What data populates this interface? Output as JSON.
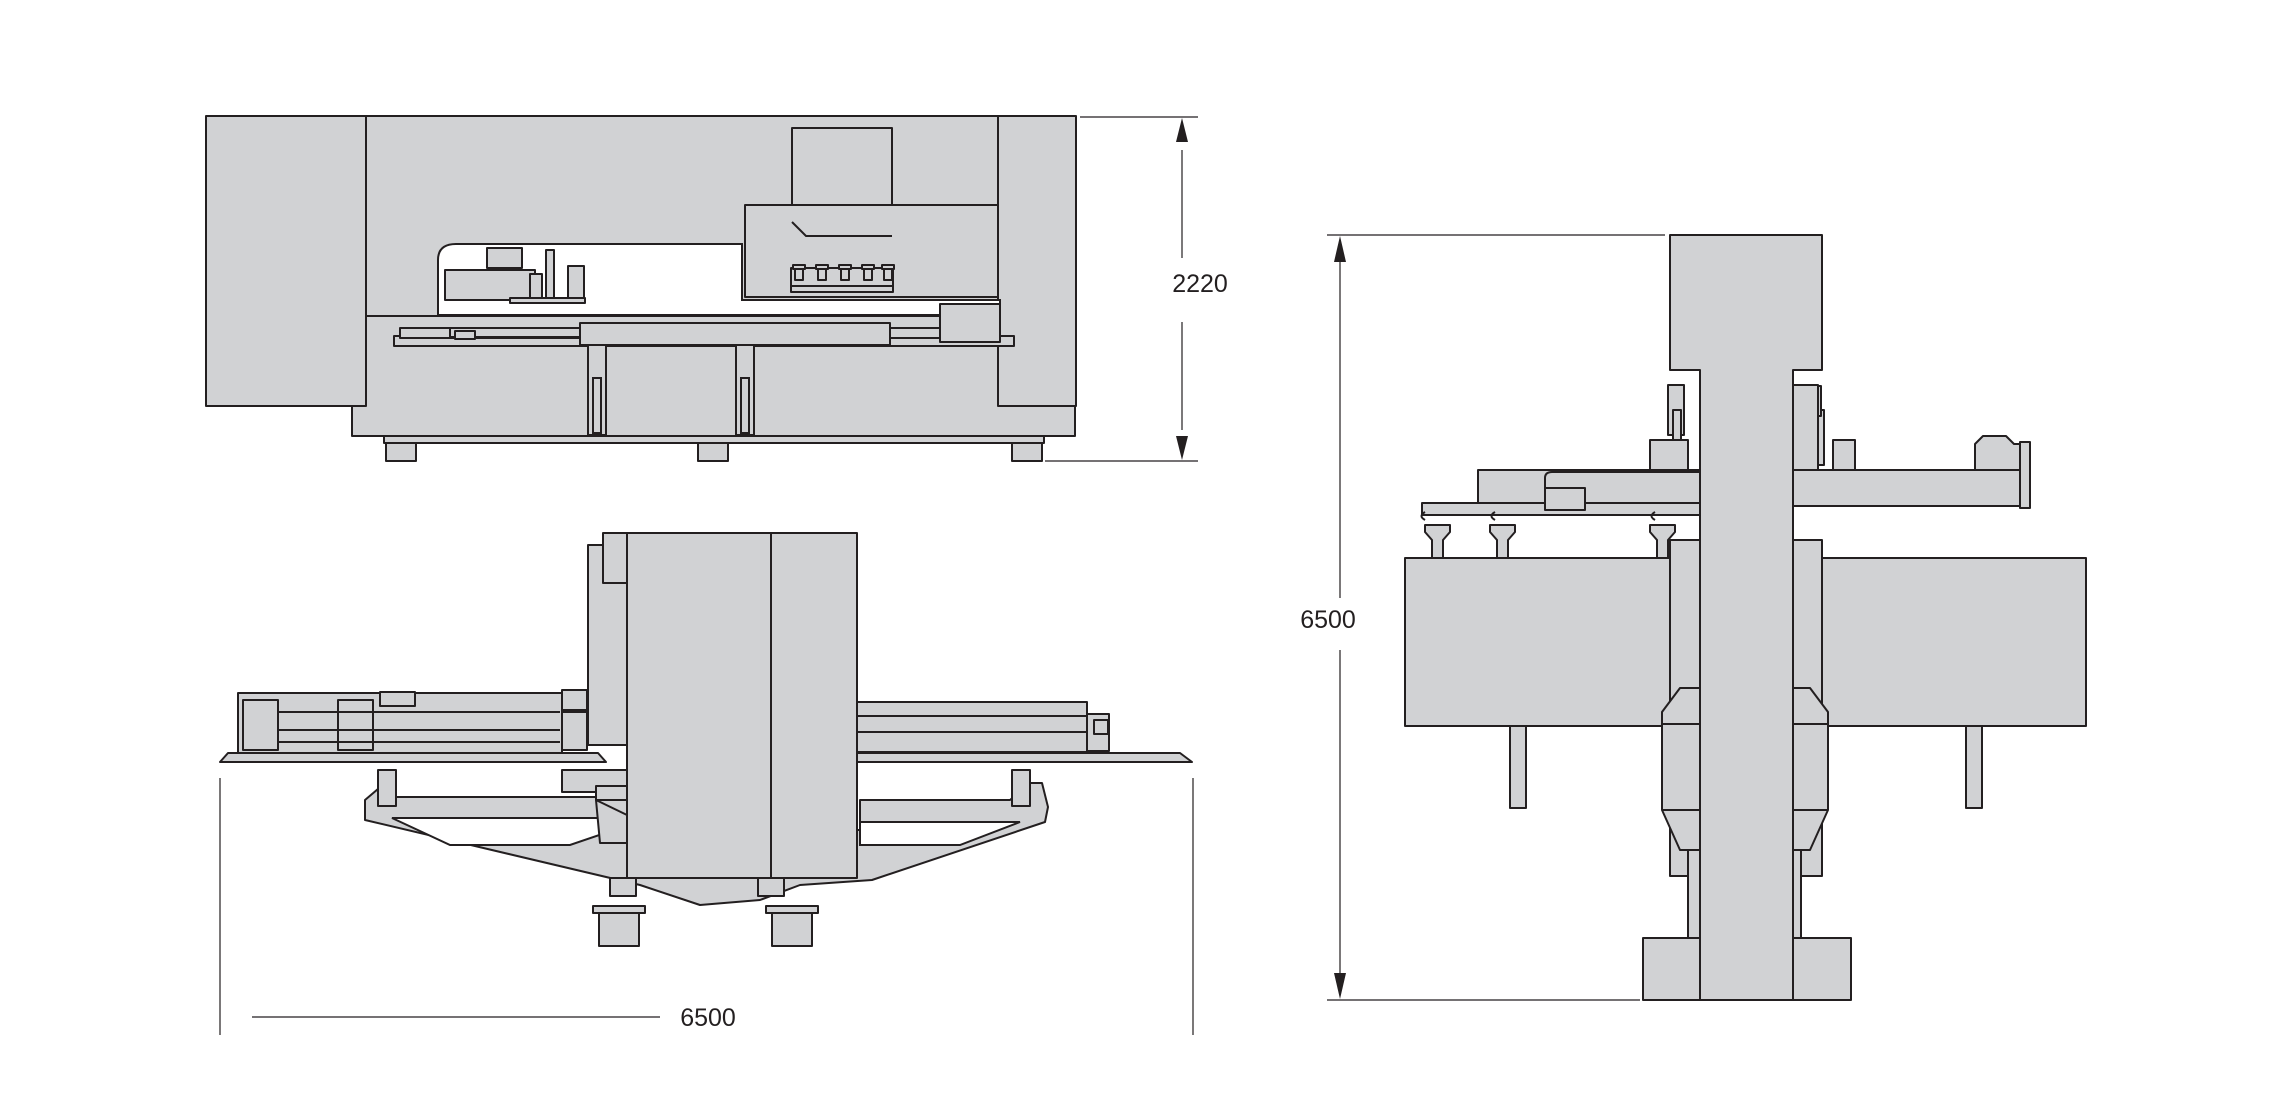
{
  "dimensions": {
    "top_view_height": "2220",
    "front_view_width": "6500",
    "side_view_length": "6500"
  },
  "colors": {
    "machine_fill": "#d1d2d4",
    "outline": "#231f20",
    "background": "#ffffff"
  }
}
